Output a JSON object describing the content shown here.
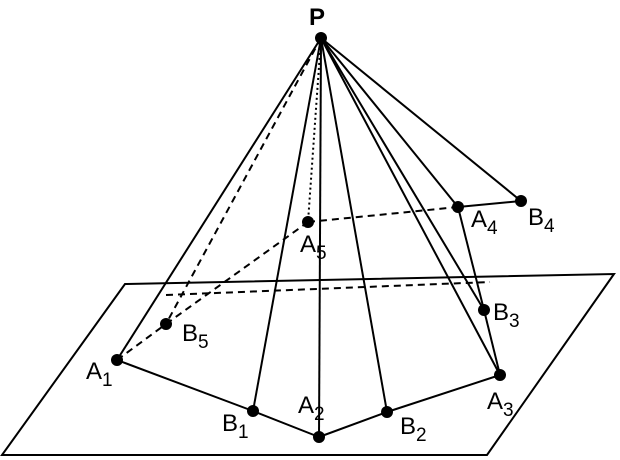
{
  "points": {
    "P": {
      "main": "P",
      "sub": ""
    },
    "A1": {
      "main": "A",
      "sub": "1"
    },
    "A2": {
      "main": "A",
      "sub": "2"
    },
    "A3": {
      "main": "A",
      "sub": "3"
    },
    "A4": {
      "main": "A",
      "sub": "4"
    },
    "A5": {
      "main": "A",
      "sub": "5"
    },
    "B1": {
      "main": "B",
      "sub": "1"
    },
    "B2": {
      "main": "B",
      "sub": "2"
    },
    "B3": {
      "main": "B",
      "sub": "3"
    },
    "B4": {
      "main": "B",
      "sub": "4"
    },
    "B5": {
      "main": "B",
      "sub": "5"
    }
  },
  "colors": {
    "stroke": "#000000",
    "background": "#ffffff"
  }
}
